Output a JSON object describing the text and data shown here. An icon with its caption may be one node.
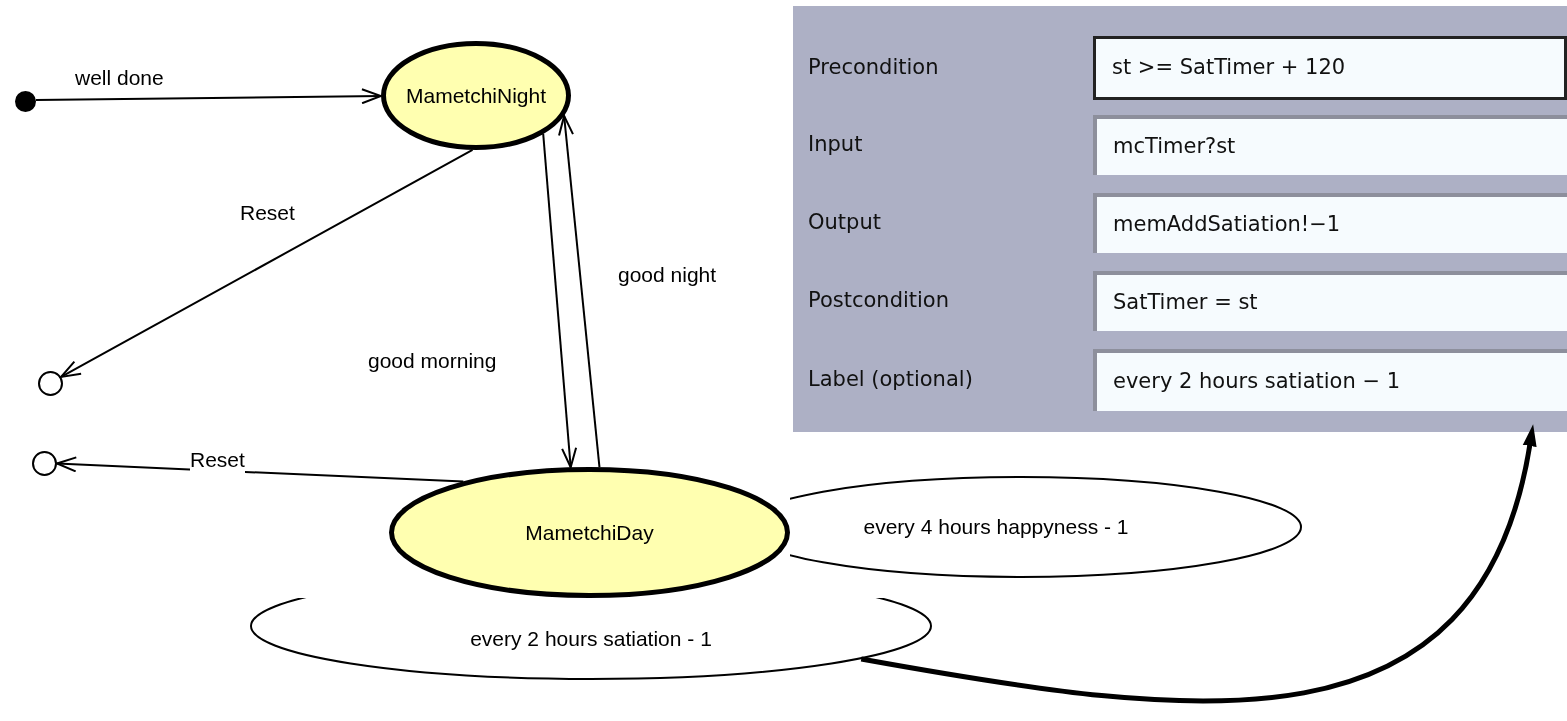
{
  "diagram": {
    "nodes": [
      {
        "text": [],
        "shape": "dot"
      },
      {
        "text": [
          "MametchiNight"
        ]
      },
      {
        "text": [],
        "shape": "circle"
      },
      {
        "text": [],
        "shape": "circle"
      },
      {
        "text": [
          "MametchiDay"
        ]
      },
      {
        "text": [
          "every 4 hours happyness - 1"
        ]
      },
      {
        "text": [
          "every 2 hours satiation - 1"
        ]
      },
      {
        "text": [],
        "shape": "box"
      },
      {
        "text": [
          "st >= SatTimer + 120"
        ],
        "in": 7
      },
      {
        "text": [
          "mcTimer?st"
        ],
        "in": 7
      },
      {
        "text": [
          "memAddSatiation!−1"
        ],
        "in": 7
      },
      {
        "text": [
          "SatTimer = st"
        ],
        "in": 7
      },
      {
        "text": [
          "every 2 hours satiation − 1"
        ],
        "in": 7
      }
    ],
    "labels": [
      "Precondition",
      "Input",
      "Output",
      "Postcondition",
      "Label (optional)"
    ],
    "edges": [
      {
        "from": 0,
        "to": 1,
        "arrow": "to",
        "label": "well done"
      },
      {
        "from": 1,
        "to": 2,
        "arrow": "to",
        "label": "Reset"
      },
      {
        "from": 1,
        "to": 4,
        "arrow": "to",
        "label": "good morning"
      },
      {
        "from": 4,
        "to": 1,
        "arrow": "to",
        "label": "good night"
      },
      {
        "from": 4,
        "to": 3,
        "arrow": "to",
        "label": "Reset"
      },
      {
        "from": 6,
        "to": 7,
        "arrow": "to",
        "style": "thick"
      }
    ]
  }
}
